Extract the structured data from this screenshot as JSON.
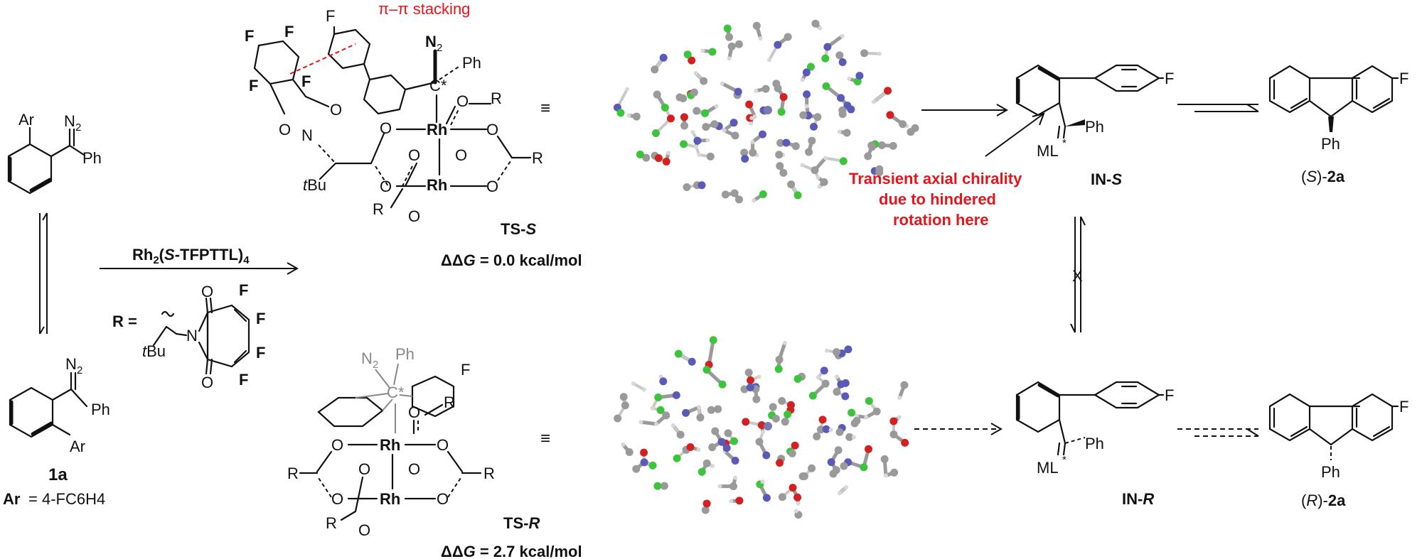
{
  "reaction": {
    "substrate_label": "1a",
    "aryl_definition_label": "Ar",
    "aryl_definition_value": "= 4-FC6H4",
    "catalyst_prefix": "Rh",
    "catalyst_sub": "2",
    "catalyst_mid": "(",
    "catalyst_italic": "S",
    "catalyst_name": "-TFPTTL)",
    "catalyst_sub2": "4",
    "r_definition": "R  ="
  },
  "atoms": {
    "ar": "Ar",
    "n2": "N",
    "n2_sub": "2",
    "ph": "Ph",
    "f": "F",
    "o": "O",
    "n": "N",
    "r": "R",
    "rh": "Rh",
    "tbu_italic": "t",
    "tbu_rest": "Bu",
    "c_star": "C*",
    "ml": "ML",
    "star": "*"
  },
  "annotations": {
    "pi_stacking": "π–π stacking",
    "transient_line1": "Transient axial chirality",
    "transient_line2": "due to hindered",
    "transient_line3": "rotation here",
    "equiv": "≡",
    "blocked": "X"
  },
  "transition_states": [
    {
      "label_prefix": "TS-",
      "label_config": "S",
      "energy_prefix": "ΔΔ",
      "energy_var": "G",
      "energy_value": " = 0.0 kcal/mol"
    },
    {
      "label_prefix": "TS-",
      "label_config": "R",
      "energy_prefix": "ΔΔ",
      "energy_var": "G",
      "energy_value": " = 2.7 kcal/mol"
    }
  ],
  "intermediates": [
    {
      "label_prefix": "IN-",
      "label_config": "S"
    },
    {
      "label_prefix": "IN-",
      "label_config": "R"
    }
  ],
  "products": [
    {
      "open": "(",
      "config": "S",
      "close": ")-",
      "name": "2a"
    },
    {
      "open": "(",
      "config": "R",
      "close": ")-",
      "name": "2a"
    }
  ],
  "colors": {
    "highlight": "#e3161b",
    "carbon": "#9a9a9a",
    "hydrogen": "#d8d8d8",
    "fluorine": "#3cc43c",
    "oxygen": "#d42020",
    "nitrogen": "#5a5ab8",
    "rhodium": "#7a7ab0"
  }
}
